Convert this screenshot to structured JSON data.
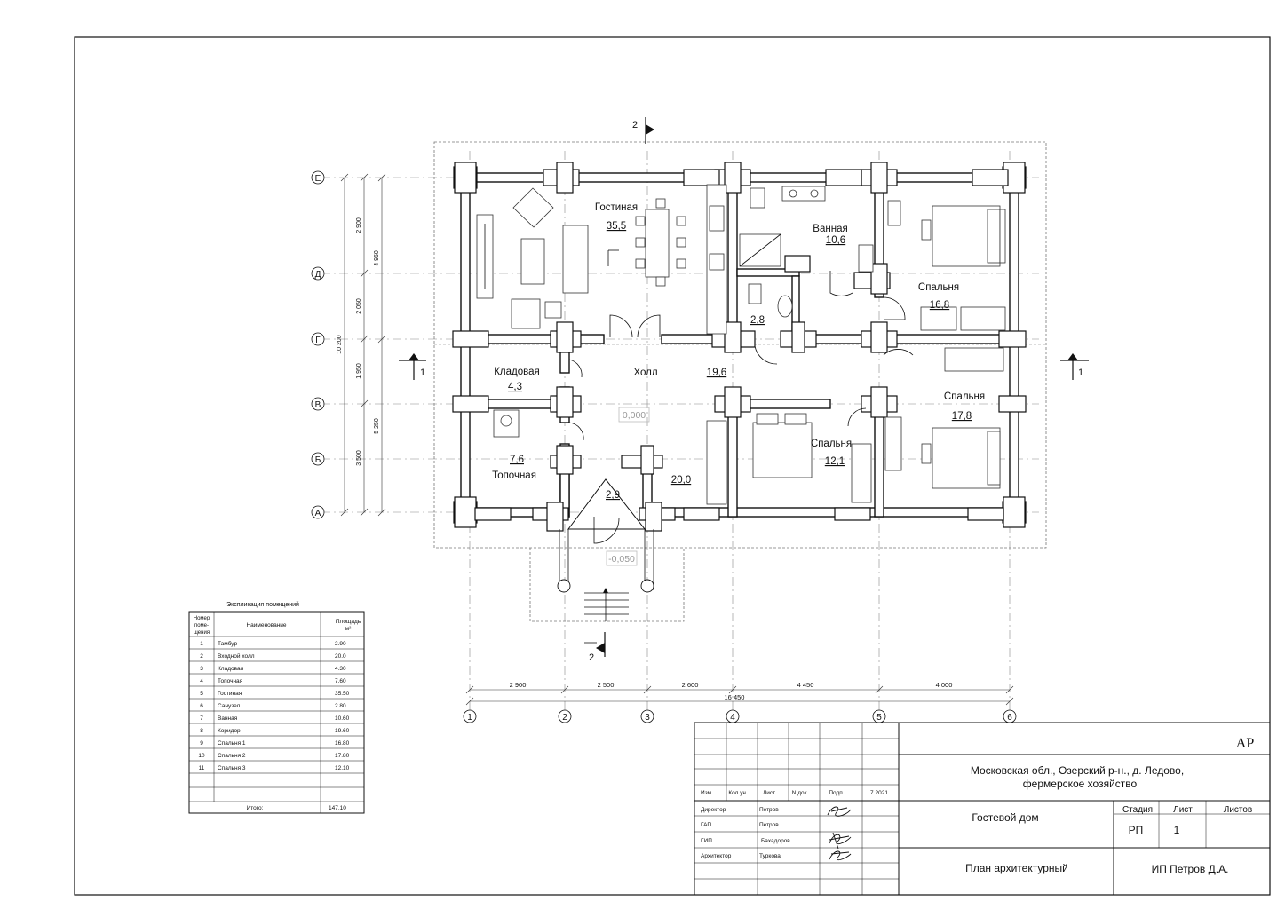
{
  "plan": {
    "rooms": [
      {
        "name": "Гостиная",
        "area": "35,5"
      },
      {
        "name": "Ванная",
        "area": "10,6"
      },
      {
        "name": "",
        "area": "2,8"
      },
      {
        "name": "Спальня",
        "area": "16,8"
      },
      {
        "name": "Кладовая",
        "area": "4,3"
      },
      {
        "name": "Холл",
        "area": "19,6"
      },
      {
        "name": "Спальня",
        "area": "17,8"
      },
      {
        "name": "Топочная",
        "area": "7,6"
      },
      {
        "name": "Спальня",
        "area": "12,1"
      },
      {
        "name": "",
        "area": "20,0"
      },
      {
        "name": "",
        "area": "2,9"
      }
    ],
    "levels": [
      "0,000",
      "-0,050"
    ],
    "section_marks": [
      "2",
      "2",
      "1",
      "1"
    ],
    "row_axes": [
      "Е",
      "Д",
      "Г",
      "В",
      "Б",
      "А"
    ],
    "col_axes": [
      "1",
      "2",
      "3",
      "4",
      "5",
      "6"
    ],
    "dims_bottom": [
      "2 900",
      "2 500",
      "2 600",
      "4 450",
      "4 000"
    ],
    "dim_bottom_total": "16 450",
    "dims_left_inner": [
      "2 900",
      "2 050",
      "1 950",
      "3 500"
    ],
    "dims_left_mid": [
      "4 950",
      "5 250"
    ],
    "dim_left_total": "10 200"
  },
  "explication": {
    "title": "Экспликация помещений",
    "headers": [
      "Номер поме-щения",
      "Наименование",
      "Площадь м²"
    ],
    "rows": [
      [
        "1",
        "Тамбур",
        "2.90"
      ],
      [
        "2",
        "Входной холл",
        "20.0"
      ],
      [
        "3",
        "Кладовая",
        "4.30"
      ],
      [
        "4",
        "Топочная",
        "7.60"
      ],
      [
        "5",
        "Гостиная",
        "35.50"
      ],
      [
        "6",
        "Санузел",
        "2.80"
      ],
      [
        "7",
        "Ванная",
        "10.60"
      ],
      [
        "8",
        "Коридор",
        "19.60"
      ],
      [
        "9",
        "Спальня 1",
        "16.80"
      ],
      [
        "10",
        "Спальня 2",
        "17.80"
      ],
      [
        "11",
        "Спальня 3",
        "12.10"
      ]
    ],
    "total_label": "Итого:",
    "total_value": "147.10"
  },
  "title_block": {
    "code": "АР",
    "address_line1": "Московская обл., Озерский р-н.,  д. Ледово,",
    "address_line2": "фермерское хозяйство",
    "object": "Гостевой дом",
    "sheet_name": "План архитектурный",
    "company": "ИП   Петров Д.А.",
    "stage_label": "Стадия",
    "sheet_label": "Лист",
    "sheets_label": "Листов",
    "stage": "РП",
    "sheet": "1",
    "col_headers": [
      "Изм.",
      "Кол.уч.",
      "Лист",
      "N док.",
      "Подп.",
      "7.2021"
    ],
    "roles": [
      {
        "role": "Директор",
        "person": "Петров"
      },
      {
        "role": "ГАП",
        "person": "Петров"
      },
      {
        "role": "ГИП",
        "person": "Бахадоров"
      },
      {
        "role": "Архитектор",
        "person": "Туркова"
      }
    ]
  }
}
